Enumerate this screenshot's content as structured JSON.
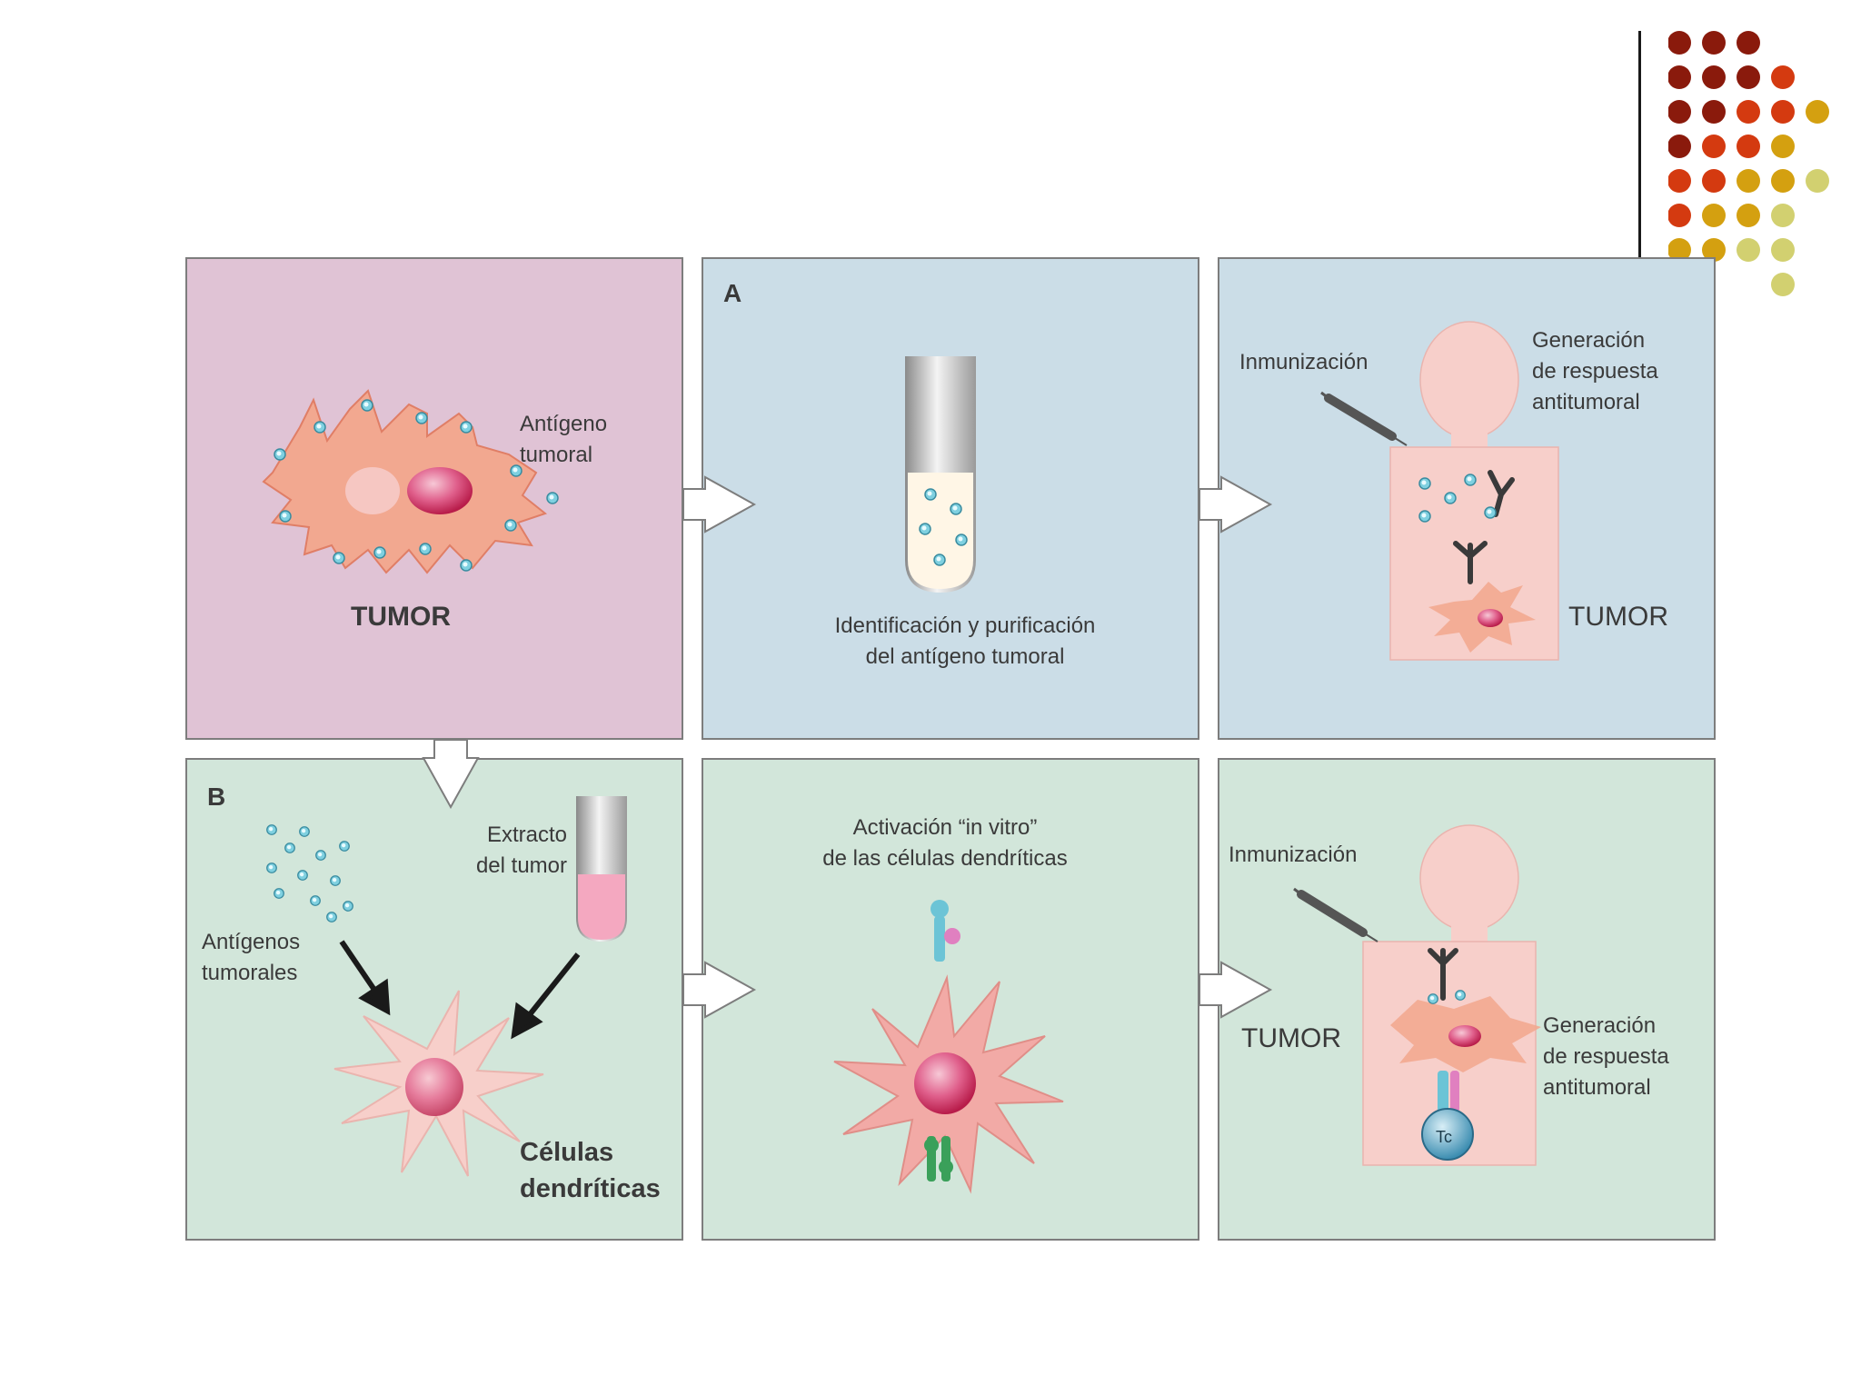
{
  "palette": {
    "dot_rows": [
      [
        "#8a1a0c",
        "#8a1a0c",
        "#8a1a0c"
      ],
      [
        "#8a1a0c",
        "#8a1a0c",
        "#8a1a0c",
        "#d43a10"
      ],
      [
        "#8a1a0c",
        "#8a1a0c",
        "#d43a10",
        "#d43a10",
        "#d4a010"
      ],
      [
        "#8a1a0c",
        "#d43a10",
        "#d43a10",
        "#d4a010"
      ],
      [
        "#d43a10",
        "#d43a10",
        "#d4a010",
        "#d4a010",
        "#d2d070"
      ],
      [
        "#d43a10",
        "#d4a010",
        "#d4a010",
        "#d2d070"
      ],
      [
        "#d4a010",
        "#d4a010",
        "#d2d070",
        "#d2d070"
      ],
      [
        "#d2d070",
        "",
        "",
        "#d2d070"
      ]
    ],
    "panel_pink": "#e0c3d5",
    "panel_blue": "#cbdde7",
    "panel_green": "#d2e6da",
    "antigen": "#6cc4d6",
    "cell_pink": "#f2a890",
    "nucleus": "#d63062"
  },
  "panels": {
    "tumor": {
      "label_antigen": "Antígeno\ntumoral",
      "label_tumor": "TUMOR"
    },
    "a_purify": {
      "section": "A",
      "caption": "Identificación y purificación\ndel antígeno tumoral"
    },
    "a_immunize": {
      "label_immunization": "Inmunización",
      "label_response": "Generación\nde respuesta\nantitumoral",
      "label_tumor": "TUMOR"
    },
    "b_loading": {
      "section": "B",
      "label_extract": "Extracto\ndel tumor",
      "label_antigens": "Antígenos\ntumorales",
      "label_cells": "Células\ndendríticas"
    },
    "b_activation": {
      "caption": "Activación “in vitro”\nde las células dendríticas"
    },
    "b_immunize": {
      "label_immunization": "Inmunización",
      "label_tumor": "TUMOR",
      "label_response": "Generación\nde respuesta\nantitumoral",
      "tc_label": "Tc"
    }
  }
}
